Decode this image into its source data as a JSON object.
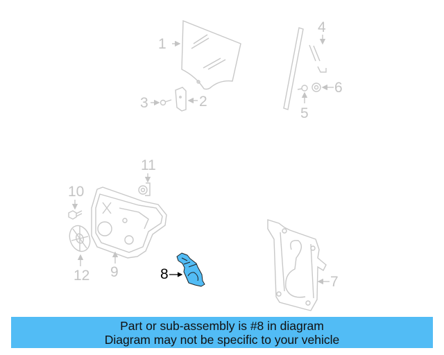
{
  "diagram": {
    "highlight_color": "#52bcf5",
    "line_color": "#c8c8c8",
    "callouts": [
      {
        "number": "1",
        "part": "door-glass",
        "highlighted": false
      },
      {
        "number": "2",
        "part": "glass-bracket",
        "highlighted": false
      },
      {
        "number": "3",
        "part": "bracket-bolt",
        "highlighted": false
      },
      {
        "number": "4",
        "part": "quarter-glass",
        "highlighted": false
      },
      {
        "number": "5",
        "part": "quarter-glass-bolt",
        "highlighted": false
      },
      {
        "number": "6",
        "part": "grommet",
        "highlighted": false
      },
      {
        "number": "7",
        "part": "window-regulator",
        "highlighted": false
      },
      {
        "number": "8",
        "part": "window-motor",
        "highlighted": true
      },
      {
        "number": "9",
        "part": "door-module-panel",
        "highlighted": false
      },
      {
        "number": "10",
        "part": "panel-bolt",
        "highlighted": false
      },
      {
        "number": "11",
        "part": "clip-nut",
        "highlighted": false
      },
      {
        "number": "12",
        "part": "speaker-cover",
        "highlighted": false
      }
    ]
  },
  "banner": {
    "background": "#52bcf5",
    "line1": "Part or sub-assembly is #8 in diagram",
    "line2": "Diagram may not be specific to your vehicle"
  }
}
